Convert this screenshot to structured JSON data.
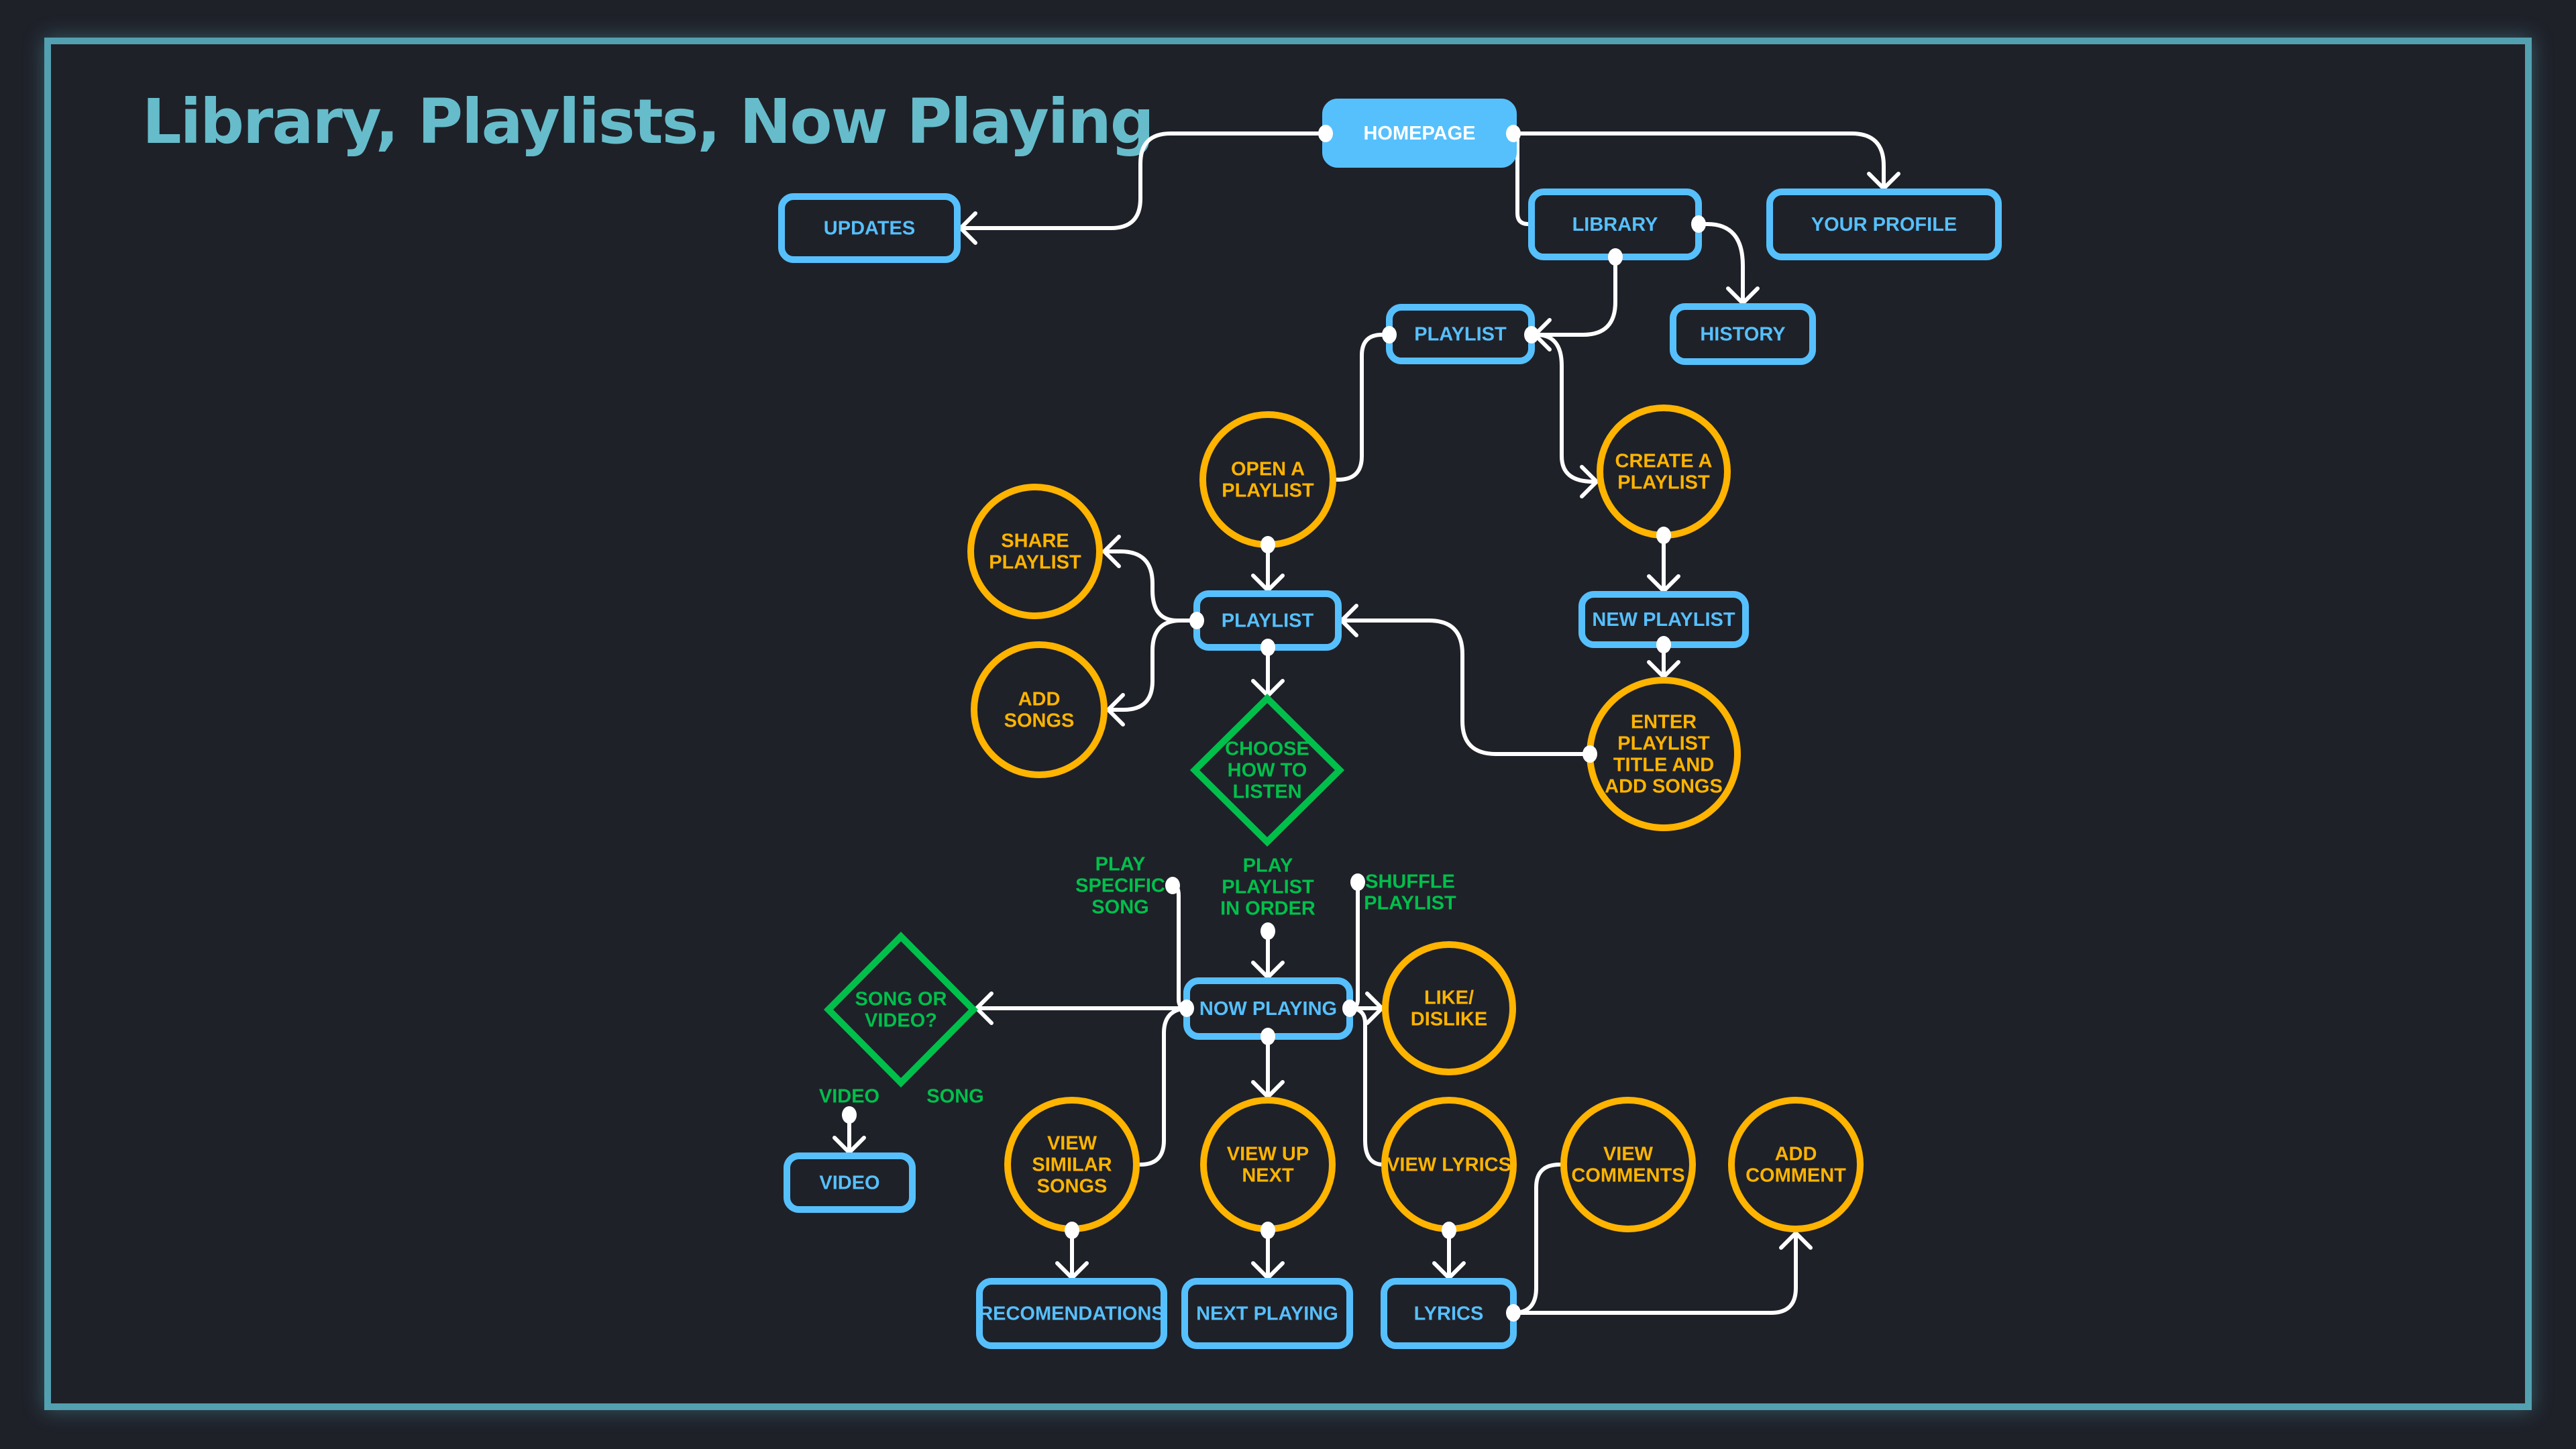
{
  "title": "Library, Playlists, Now Playing",
  "colors": {
    "background": "#1f2129",
    "frame": "#52a0b0",
    "title": "#66bcca",
    "screen_node": "#56c0fd",
    "action_node": "#ffb400",
    "decision_node": "#00c04b",
    "connector": "#ffffff"
  },
  "legend_semantics": {
    "rounded_rectangle": "screen",
    "circle": "user action",
    "diamond": "decision"
  },
  "nodes": {
    "homepage": {
      "label": "HOMEPAGE",
      "type": "screen",
      "style": "filled"
    },
    "updates": {
      "label": "UPDATES",
      "type": "screen"
    },
    "library": {
      "label": "LIBRARY",
      "type": "screen"
    },
    "your_profile": {
      "label": "YOUR PROFILE",
      "type": "screen"
    },
    "history": {
      "label": "HISTORY",
      "type": "screen"
    },
    "playlist_top": {
      "label": "PLAYLIST",
      "type": "screen"
    },
    "open_playlist": {
      "label": [
        "OPEN A",
        "PLAYLIST"
      ],
      "type": "action"
    },
    "create_playlist": {
      "label": [
        "CREATE A",
        "PLAYLIST"
      ],
      "type": "action"
    },
    "share_playlist": {
      "label": [
        "SHARE",
        "PLAYLIST"
      ],
      "type": "action"
    },
    "playlist_mid": {
      "label": "PLAYLIST",
      "type": "screen"
    },
    "new_playlist": {
      "label": "NEW PLAYLIST",
      "type": "screen"
    },
    "add_songs": {
      "label": [
        "ADD",
        "SONGS"
      ],
      "type": "action"
    },
    "enter_playlist": {
      "label": [
        "ENTER",
        "PLAYLIST",
        "TITLE AND",
        "ADD SONGS"
      ],
      "type": "action"
    },
    "choose_listen": {
      "label": [
        "CHOOSE",
        "HOW TO",
        "LISTEN"
      ],
      "type": "decision"
    },
    "now_playing": {
      "label": "NOW PLAYING",
      "type": "screen"
    },
    "song_or_video": {
      "label": [
        "SONG OR",
        "VIDEO?"
      ],
      "type": "decision"
    },
    "like_dislike": {
      "label": [
        "LIKE/",
        "DISLIKE"
      ],
      "type": "action"
    },
    "video": {
      "label": "VIDEO",
      "type": "screen"
    },
    "view_similar": {
      "label": [
        "VIEW",
        "SIMILAR",
        "SONGS"
      ],
      "type": "action"
    },
    "view_up_next": {
      "label": [
        "VIEW UP",
        "NEXT"
      ],
      "type": "action"
    },
    "view_lyrics": {
      "label": [
        "VIEW LYRICS"
      ],
      "type": "action"
    },
    "view_comments": {
      "label": [
        "VIEW",
        "COMMENTS"
      ],
      "type": "action"
    },
    "add_comment": {
      "label": [
        "ADD",
        "COMMENT"
      ],
      "type": "action"
    },
    "recommendations": {
      "label": "RECOMENDATIONS",
      "type": "screen"
    },
    "next_playing": {
      "label": "NEXT PLAYING",
      "type": "screen"
    },
    "lyrics": {
      "label": "LYRICS",
      "type": "screen"
    }
  },
  "branch_labels": {
    "play_specific": [
      "PLAY",
      "SPECIFIC",
      "SONG"
    ],
    "play_in_order": [
      "PLAY",
      "PLAYLIST",
      "IN ORDER"
    ],
    "shuffle": [
      "SHUFFLE",
      "PLAYLIST"
    ],
    "video": "VIDEO",
    "song": "SONG"
  },
  "edges": [
    {
      "from": "homepage",
      "to": "updates"
    },
    {
      "from": "homepage",
      "to": "your_profile"
    },
    {
      "from": "homepage",
      "to": "library"
    },
    {
      "from": "library",
      "to": "history"
    },
    {
      "from": "library",
      "to": "playlist_top"
    },
    {
      "from": "playlist_top",
      "to": "open_playlist"
    },
    {
      "from": "playlist_top",
      "to": "create_playlist"
    },
    {
      "from": "open_playlist",
      "to": "playlist_mid"
    },
    {
      "from": "playlist_mid",
      "to": "share_playlist"
    },
    {
      "from": "playlist_mid",
      "to": "add_songs"
    },
    {
      "from": "playlist_mid",
      "to": "choose_listen"
    },
    {
      "from": "create_playlist",
      "to": "new_playlist"
    },
    {
      "from": "new_playlist",
      "to": "enter_playlist"
    },
    {
      "from": "enter_playlist",
      "to": "playlist_mid"
    },
    {
      "from": "play_specific",
      "to": "now_playing"
    },
    {
      "from": "play_in_order",
      "to": "now_playing"
    },
    {
      "from": "shuffle",
      "to": "now_playing"
    },
    {
      "from": "now_playing",
      "to": "song_or_video"
    },
    {
      "from": "now_playing",
      "to": "like_dislike"
    },
    {
      "from": "now_playing",
      "to": "view_up_next"
    },
    {
      "from": "now_playing",
      "to": "view_similar"
    },
    {
      "from": "now_playing",
      "to": "view_lyrics"
    },
    {
      "from": "song_or_video",
      "to": "video",
      "label": "VIDEO"
    },
    {
      "from": "view_similar",
      "to": "recommendations"
    },
    {
      "from": "view_up_next",
      "to": "next_playing"
    },
    {
      "from": "view_lyrics",
      "to": "lyrics"
    },
    {
      "from": "lyrics",
      "to": "view_comments"
    },
    {
      "from": "lyrics",
      "to": "add_comment"
    }
  ]
}
